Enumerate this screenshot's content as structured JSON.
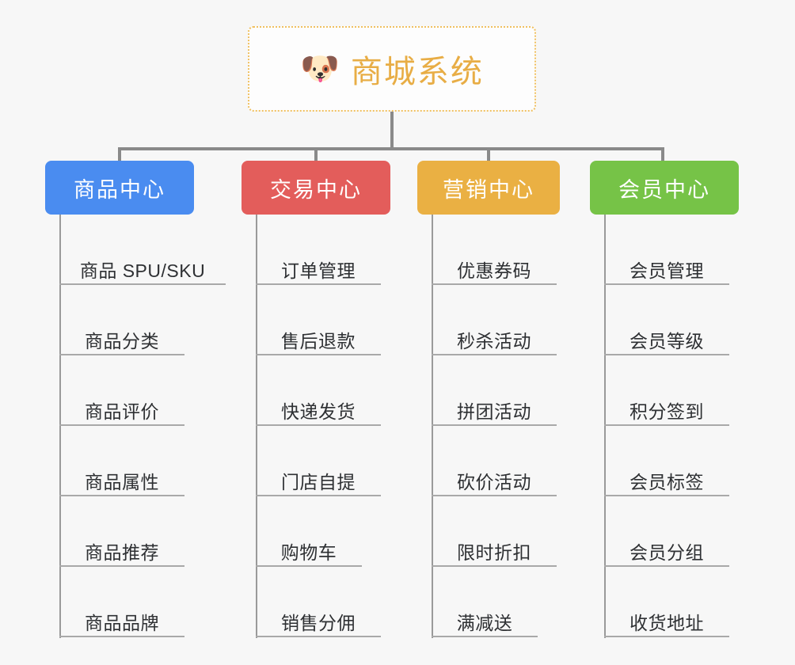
{
  "page": {
    "background_color": "#f7f7f7",
    "type": "organization-chart"
  },
  "root": {
    "icon": "dog-face-icon",
    "emoji": "🐶",
    "title": "商城系统",
    "text_color": "#e8ad45",
    "border_color": "#f0c060",
    "border_style": "dotted"
  },
  "columns": [
    {
      "title": "商品中心",
      "color": "#4a8cf0",
      "name": "product-center",
      "items": [
        "商品 SPU/SKU",
        "商品分类",
        "商品评价",
        "商品属性",
        "商品推荐",
        "商品品牌"
      ]
    },
    {
      "title": "交易中心",
      "color": "#e35d5b",
      "name": "trade-center",
      "items": [
        "订单管理",
        "售后退款",
        "快递发货",
        "门店自提",
        "购物车",
        "销售分佣"
      ]
    },
    {
      "title": "营销中心",
      "color": "#eab043",
      "name": "marketing-center",
      "items": [
        "优惠券码",
        "秒杀活动",
        "拼团活动",
        "砍价活动",
        "限时折扣",
        "满减送"
      ]
    },
    {
      "title": "会员中心",
      "color": "#76c347",
      "name": "member-center",
      "items": [
        "会员管理",
        "会员等级",
        "积分签到",
        "会员标签",
        "会员分组",
        "收货地址"
      ]
    }
  ]
}
